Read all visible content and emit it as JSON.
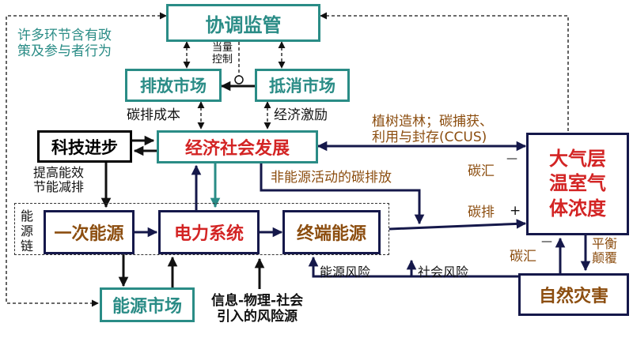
{
  "nodes": {
    "coordination": "协调监管",
    "emission_market": "排放市场",
    "offset_market": "抵消市场",
    "tech_progress": "科技进步",
    "economic_dev": "经济社会发展",
    "atmosphere": "大气层\n温室气\n体浓度",
    "primary_energy": "一次能源",
    "power_system": "电力系统",
    "end_energy": "终端能源",
    "energy_market": "能源市场",
    "natural_disaster": "自然灾害"
  },
  "labels": {
    "policy_note": "许多环节含有政\n策及参与者行为",
    "quota_control": "当量\n控制",
    "carbon_cost": "碳排成本",
    "economic_incentive": "经济激励",
    "afforestation": "植树造林；碳捕获、\n利用与封存(CCUS)",
    "carbon_sink_top": "碳汇",
    "carbon_sink_top_sign": "—",
    "non_energy_emission": "非能源活动的碳排放",
    "improve_efficiency": "提高能效\n节能减排",
    "energy_chain": "能\n源\n链",
    "carbon_emission": "碳排",
    "carbon_emission_sign": "+",
    "carbon_sink_bottom": "碳汇",
    "carbon_sink_bottom_sign": "—",
    "balance_overturn": "平衡\n颠覆",
    "energy_risk": "能源风险",
    "social_risk": "社会风险",
    "risk_source": "信息-物理-社会\n引入的风险源"
  }
}
